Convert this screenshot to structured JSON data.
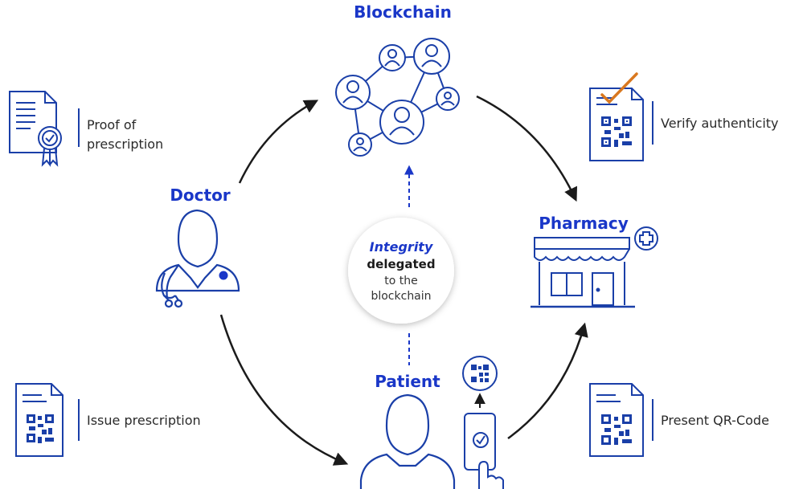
{
  "titles": {
    "blockchain": "Blockchain",
    "doctor": "Doctor",
    "pharmacy": "Pharmacy",
    "patient": "Patient"
  },
  "notes": {
    "proof_line1": "Proof of",
    "proof_line2": "prescription",
    "verify": "Verify authenticity",
    "issue": "Issue prescription",
    "present": "Present QR-Code"
  },
  "center": {
    "line1": "Integrity",
    "line2": "delegated",
    "line3": "to the",
    "line4": "blockchain"
  },
  "colors": {
    "accent": "#1a37c8",
    "stroke": "#1a3fa8",
    "arrow": "#1b1b1b",
    "checkmark": "#d9781f"
  }
}
